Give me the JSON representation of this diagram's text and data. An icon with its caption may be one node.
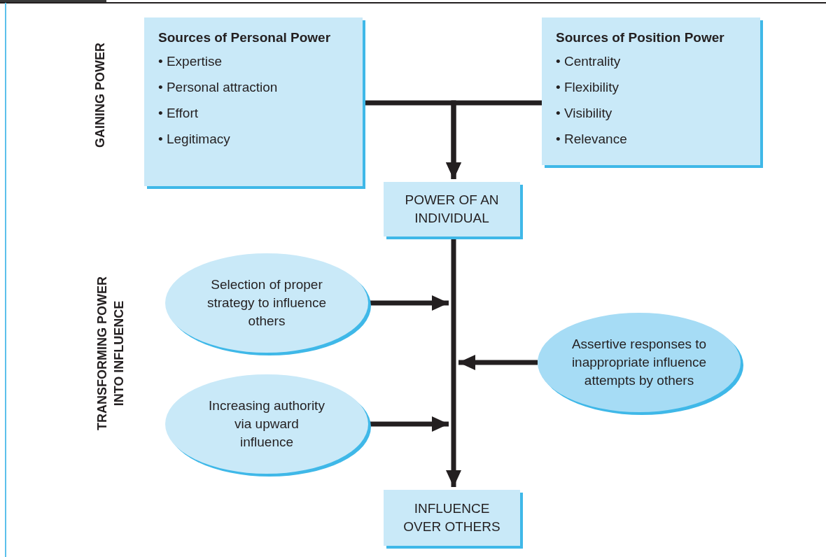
{
  "diagram": {
    "nodes": [
      {
        "text": [
          "Sources of Personal Power",
          "• Expertise",
          "• Personal attraction",
          "• Effort",
          "• Legitimacy"
        ]
      },
      {
        "text": [
          "Sources of Position Power",
          "• Centrality",
          "• Flexibility",
          "• Visibility",
          "• Relevance"
        ]
      },
      {
        "text": [
          "POWER OF AN INDIVIDUAL"
        ]
      },
      {
        "text": [
          "Selection of proper strategy to influence others"
        ]
      },
      {
        "text": [
          "Assertive responses to inappropriate influence attempts by others"
        ]
      },
      {
        "text": [
          "Increasing authority via upward influence"
        ]
      },
      {
        "text": [
          "INFLUENCE OVER OTHERS"
        ]
      }
    ],
    "edges": [
      {
        "from": 0,
        "to": 2,
        "arrow": "to"
      },
      {
        "from": 1,
        "to": 2,
        "arrow": "to"
      },
      {
        "from": 2,
        "to": 6,
        "arrow": "to"
      },
      {
        "from": 3,
        "to": null,
        "arrow": "to"
      },
      {
        "from": 4,
        "to": null,
        "arrow": "to"
      },
      {
        "from": 5,
        "to": null,
        "arrow": "to"
      }
    ],
    "labels": [
      "GAINING POWER",
      "TRANSFORMING POWER INTO INFLUENCE"
    ]
  }
}
